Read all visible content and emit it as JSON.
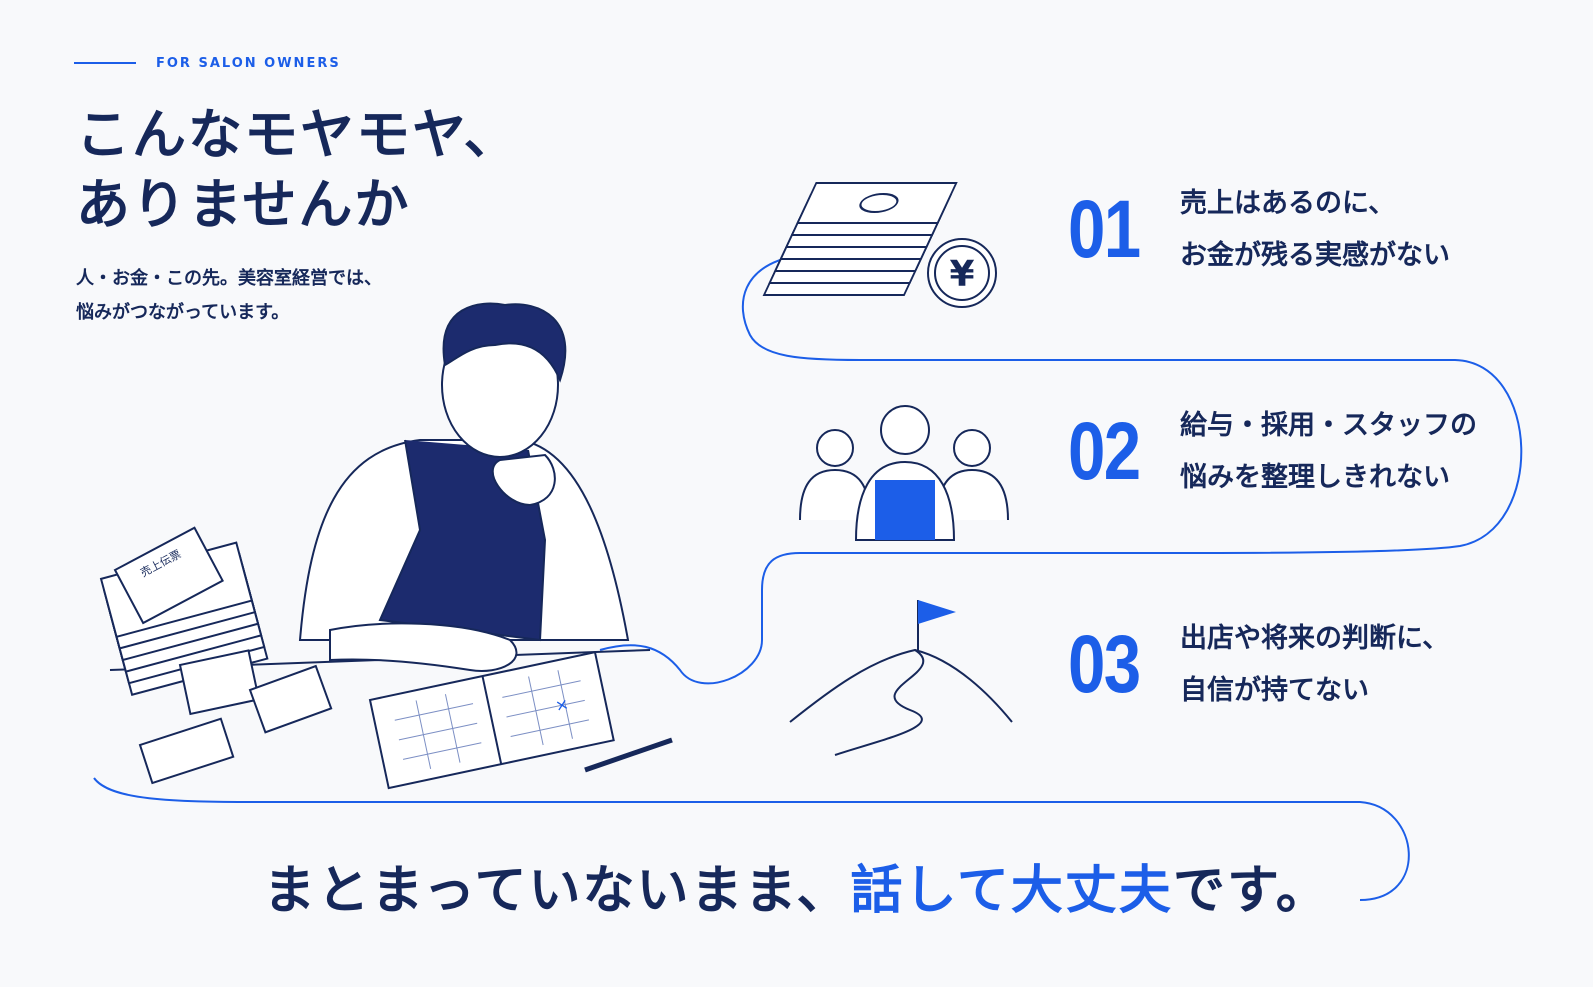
{
  "eyebrow": "FOR SALON OWNERS",
  "headline": [
    "こんなモヤモヤ、",
    "ありませんか"
  ],
  "lead": [
    "人・お金・この先。美容室経営では、",
    "悩みがつながっています。"
  ],
  "items": [
    {
      "num": "01",
      "line1": "売上はあるのに、",
      "line2": "お金が残る実感がない",
      "icon": "money-stack-icon"
    },
    {
      "num": "02",
      "line1": "給与・採用・スタッフの",
      "line2": "悩みを整理しきれない",
      "icon": "staff-group-icon"
    },
    {
      "num": "03",
      "line1": "出店や将来の判断に、",
      "line2": "自信が持てない",
      "icon": "mountain-flag-icon"
    }
  ],
  "illustration": {
    "slip_label": "売上伝票"
  },
  "closing": {
    "before": "まとまっていないまま、",
    "highlight": "話して大丈夫",
    "after": "です。"
  },
  "colors": {
    "accent": "#1c5ee8",
    "navy": "#16285a",
    "background": "#f8f9fb"
  }
}
